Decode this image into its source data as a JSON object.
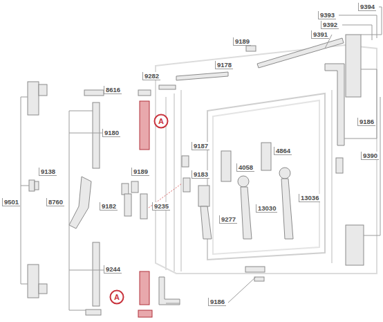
{
  "diagram": {
    "nodes": [
      {
        "text": [
          "A"
        ]
      },
      {
        "text": [
          "A"
        ]
      }
    ],
    "labels": [
      "9394",
      "9393",
      "9392",
      "9391",
      "9189",
      "9178",
      "9282",
      "8616",
      "9186",
      "9390",
      "9180",
      "9187",
      "4864",
      "4058",
      "9183",
      "9189",
      "9138",
      "9501",
      "8760",
      "9182",
      "9235",
      "9277",
      "13030",
      "13036",
      "9244",
      "9186"
    ]
  }
}
